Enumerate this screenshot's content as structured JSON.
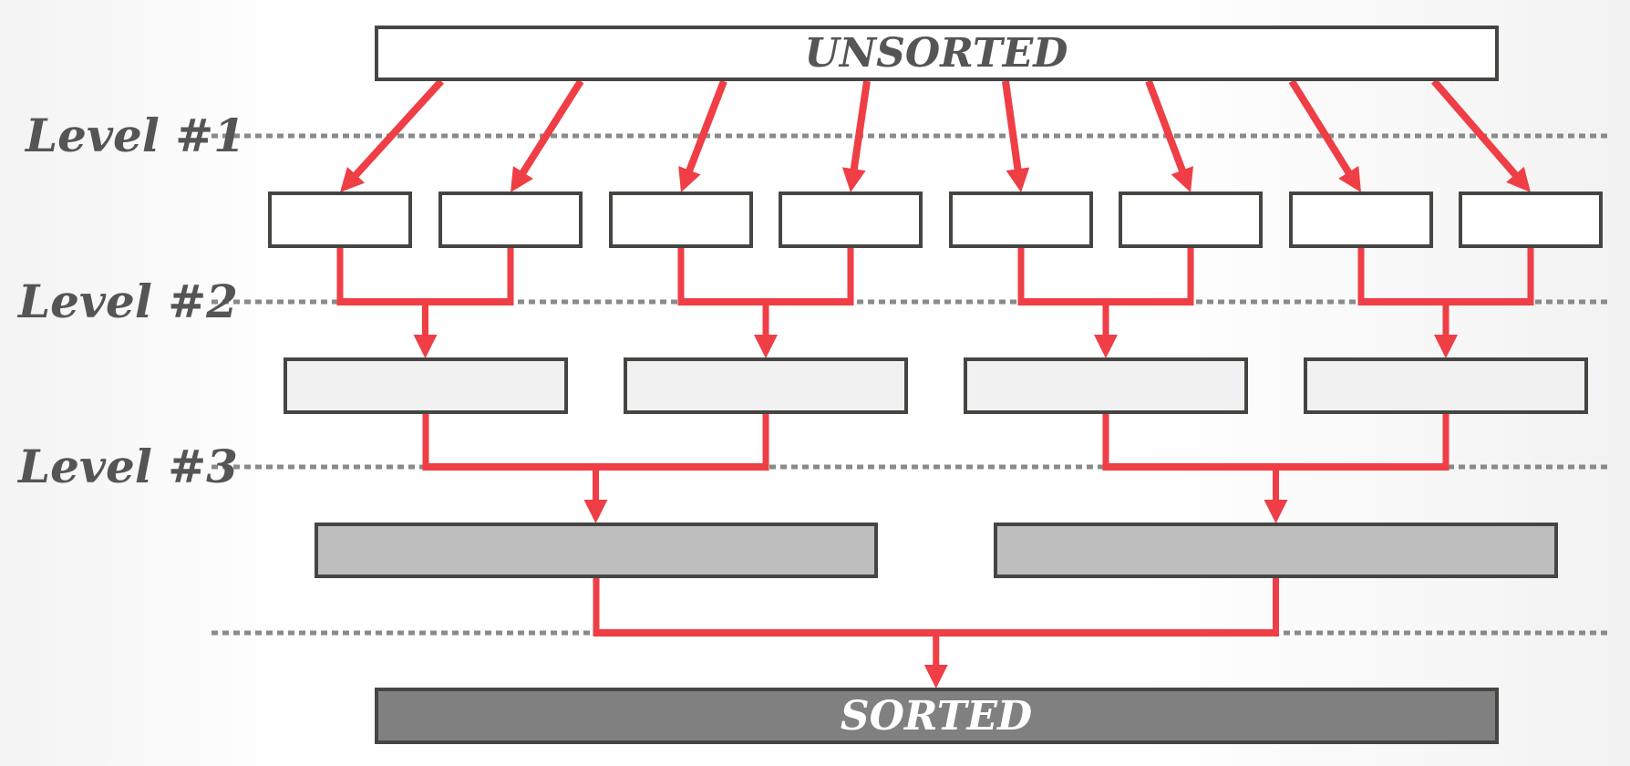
{
  "title": "Parallel merge sort tree",
  "top_box": {
    "label": "UNSORTED"
  },
  "bottom_box": {
    "label": "SORTED"
  },
  "levels": [
    {
      "label": "Level #1"
    },
    {
      "label": "Level #2"
    },
    {
      "label": "Level #3"
    },
    {
      "label": ""
    }
  ],
  "rows": [
    {
      "count": 8,
      "fill": "#ffffff"
    },
    {
      "count": 4,
      "fill": "#f1f1f1"
    },
    {
      "count": 2,
      "fill": "#bebebe"
    }
  ],
  "colors": {
    "arrow": "#ef3e45",
    "box_border": "#464542",
    "dotted": "#8a8a8a",
    "label_text": "#555555",
    "sorted_fill": "#808080",
    "sorted_text": "#ffffff",
    "unsorted_fill": "#ffffff"
  }
}
